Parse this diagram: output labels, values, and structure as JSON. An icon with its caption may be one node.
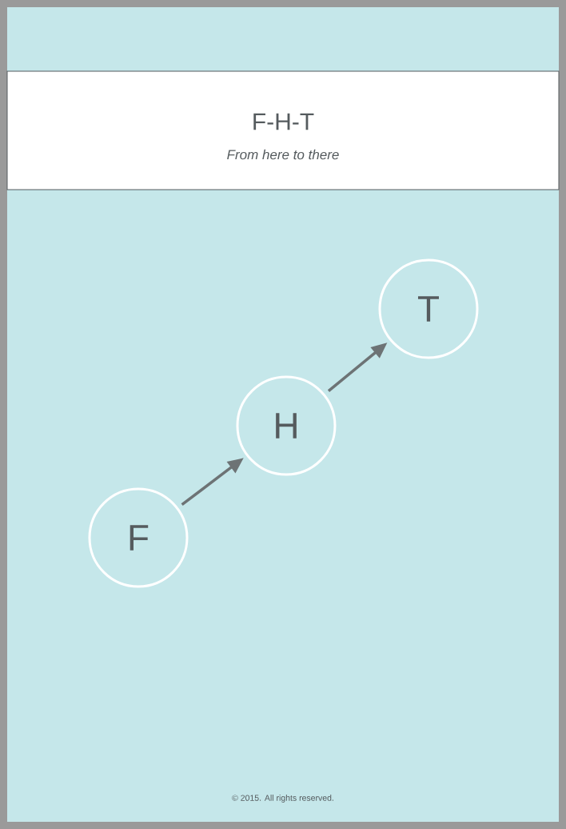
{
  "diagram": {
    "title": "F-H-T",
    "nodes": [
      {
        "text": [
          "F"
        ]
      },
      {
        "text": [
          "H"
        ]
      },
      {
        "text": [
          "T"
        ]
      }
    ],
    "edges": [
      {
        "from": 0,
        "to": 1,
        "arrow": "to"
      },
      {
        "from": 1,
        "to": 2,
        "arrow": "to"
      }
    ],
    "labels": [
      "From here to there",
      "© 2015. All rights reserved."
    ]
  }
}
